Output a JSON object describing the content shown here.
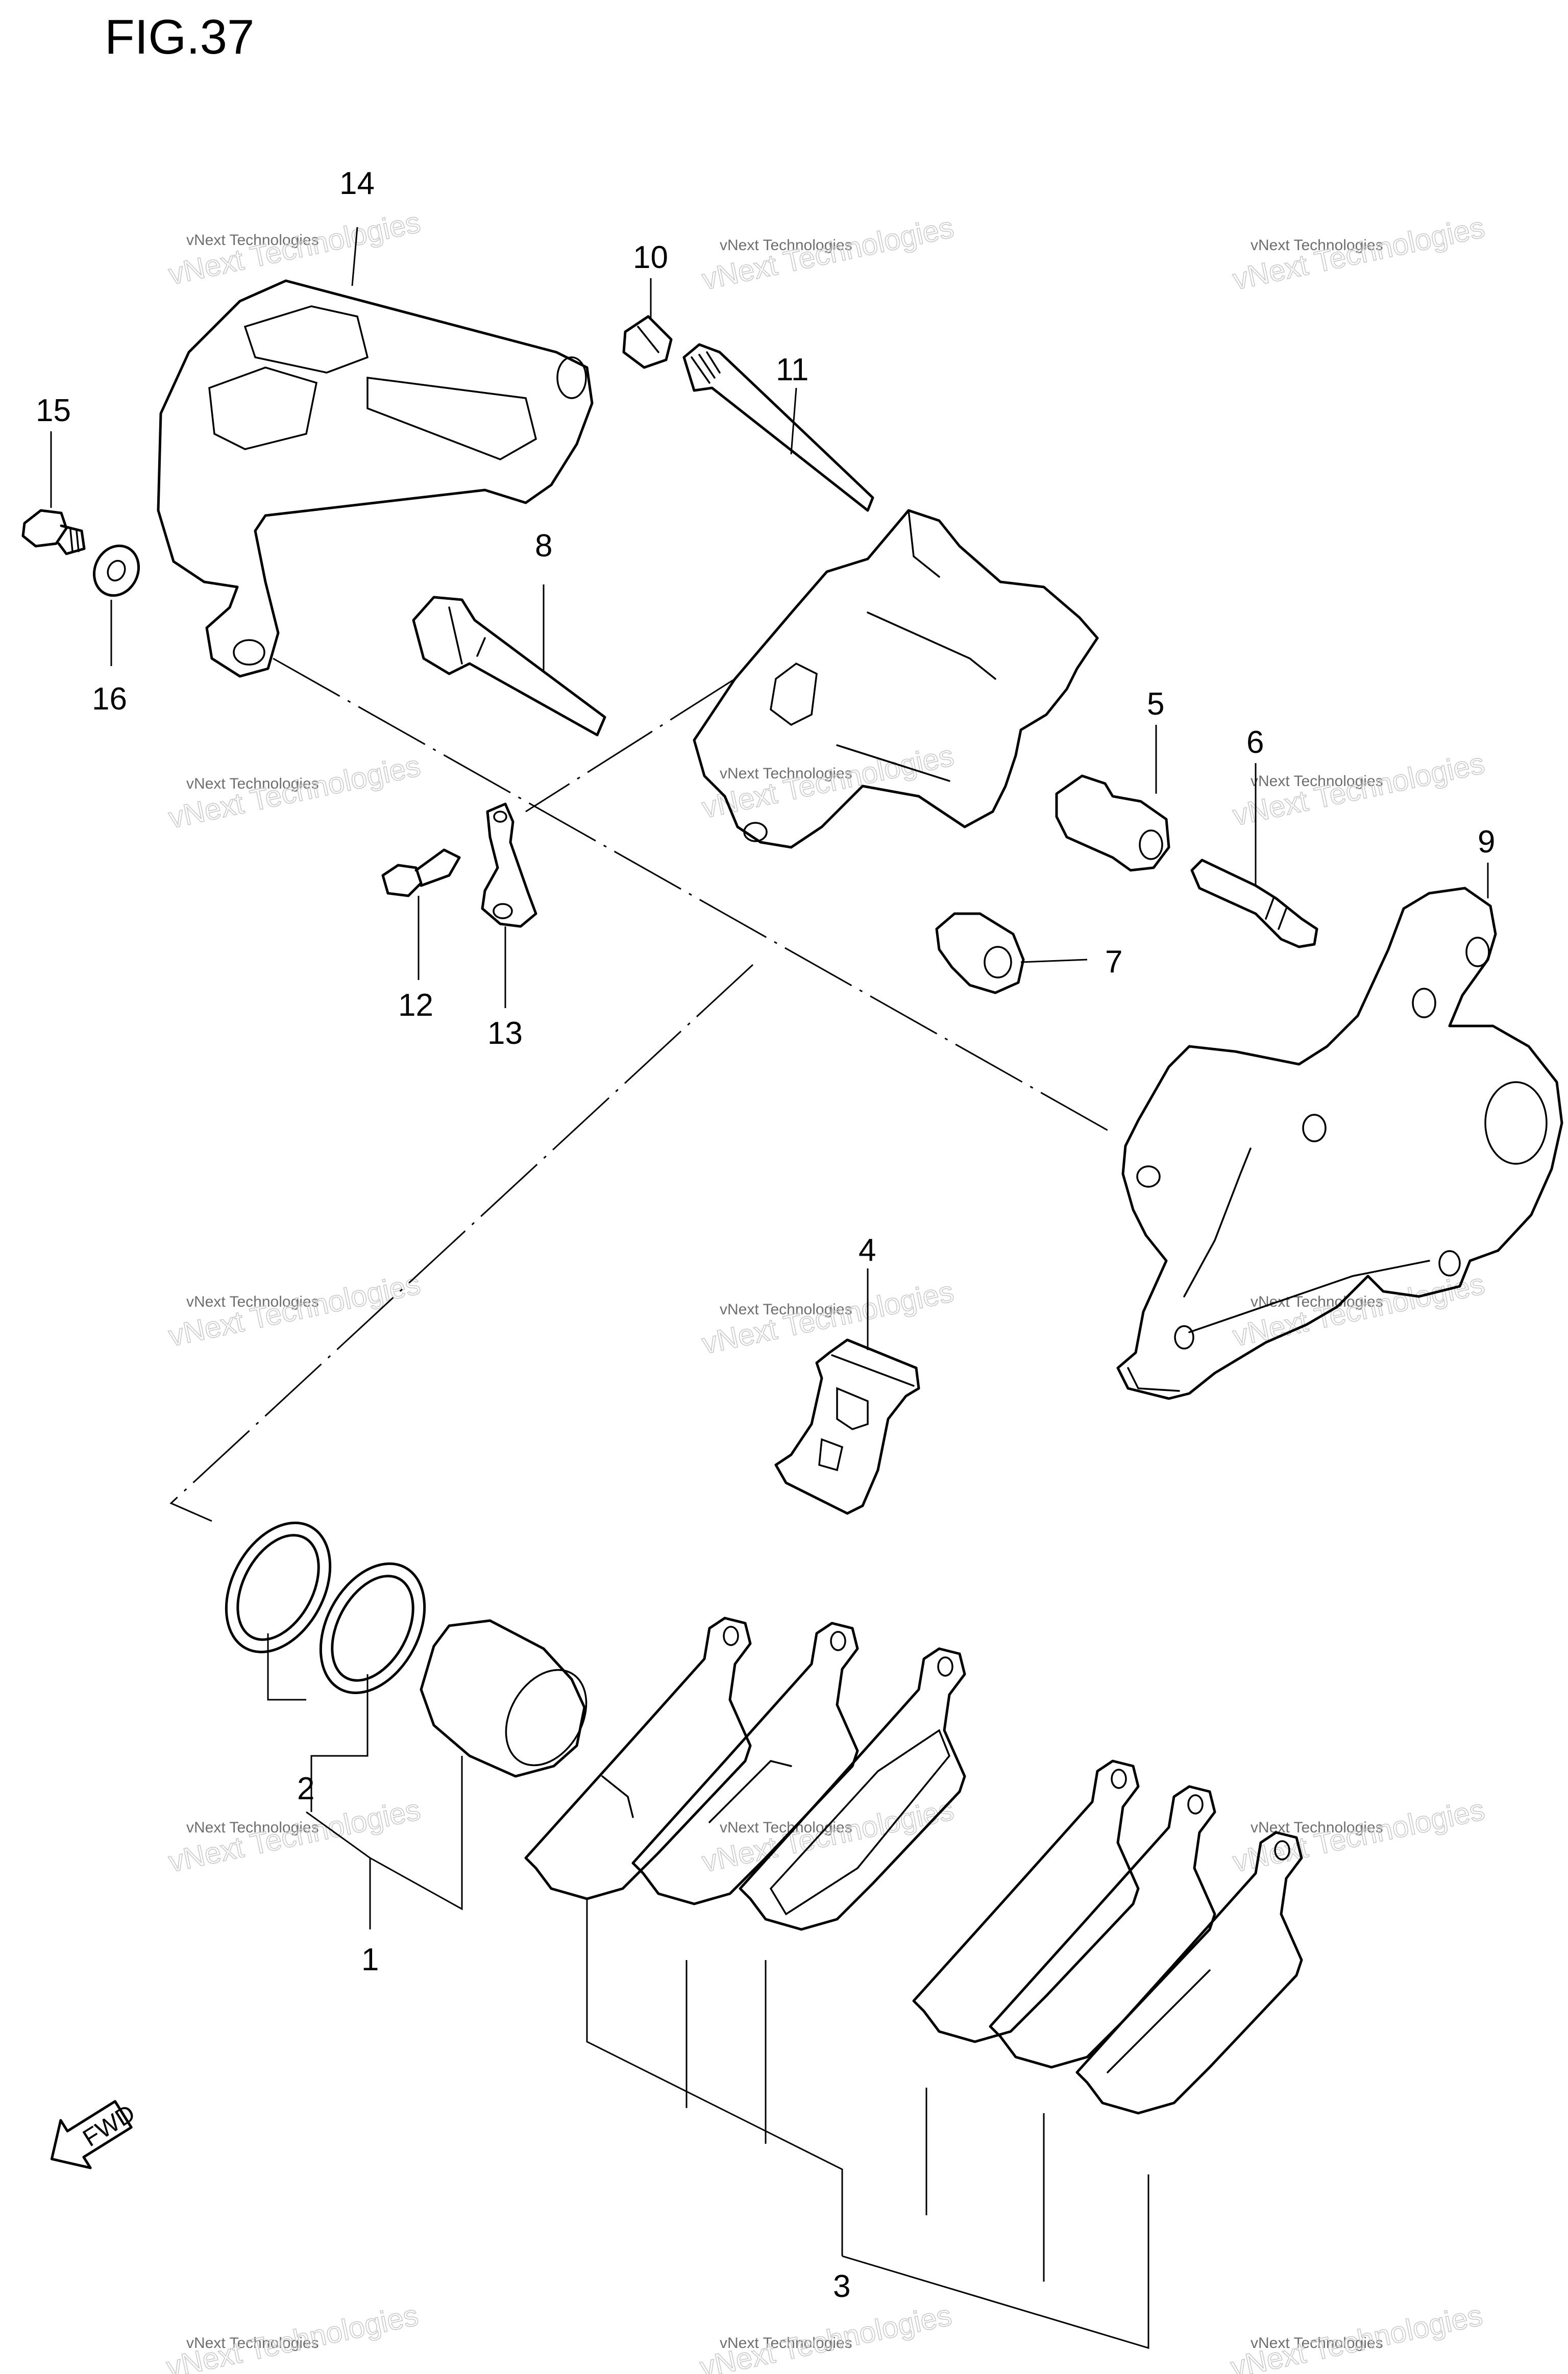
{
  "figure": {
    "title": "FIG.37"
  },
  "callouts": [
    {
      "id": "1",
      "label": "1"
    },
    {
      "id": "2",
      "label": "2"
    },
    {
      "id": "3",
      "label": "3"
    },
    {
      "id": "4",
      "label": "4"
    },
    {
      "id": "5",
      "label": "5"
    },
    {
      "id": "6",
      "label": "6"
    },
    {
      "id": "7",
      "label": "7"
    },
    {
      "id": "8",
      "label": "8"
    },
    {
      "id": "9",
      "label": "9"
    },
    {
      "id": "10",
      "label": "10"
    },
    {
      "id": "11",
      "label": "11"
    },
    {
      "id": "12",
      "label": "12"
    },
    {
      "id": "13",
      "label": "13"
    },
    {
      "id": "14",
      "label": "14"
    },
    {
      "id": "15",
      "label": "15"
    },
    {
      "id": "16",
      "label": "16"
    }
  ],
  "direction_marker": {
    "label": "FWD",
    "icon": "fwd-arrow-icon"
  },
  "watermark": {
    "line1": "vNext Technologies",
    "line2": "vNext Technologies"
  }
}
